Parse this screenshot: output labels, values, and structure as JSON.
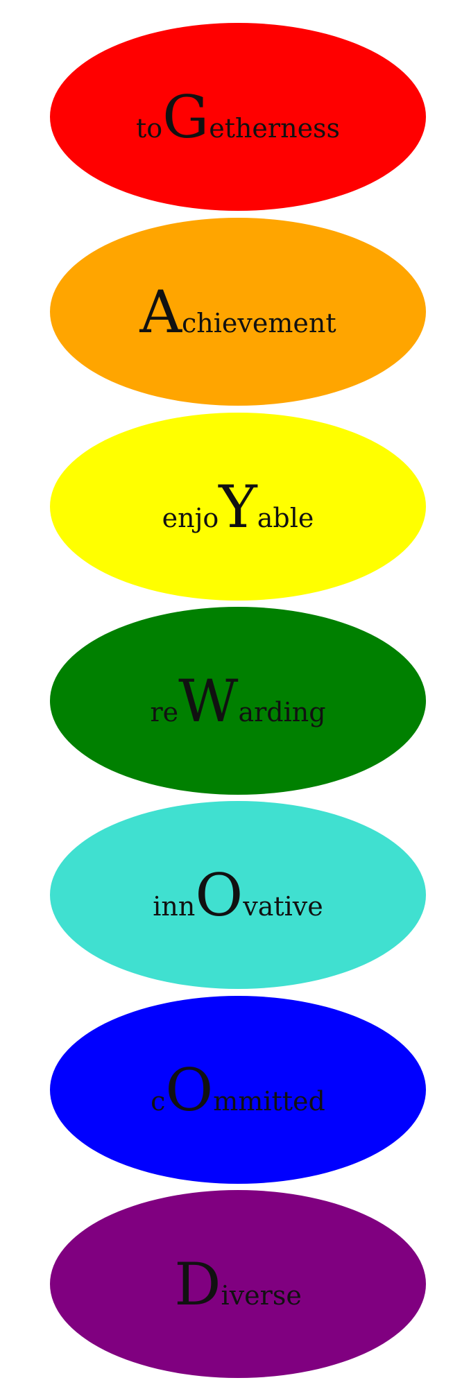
{
  "items": [
    {
      "prefix": "to",
      "letter": "G",
      "suffix": "etherness",
      "color": "#ff0000"
    },
    {
      "prefix": "",
      "letter": "A",
      "suffix": "chievement",
      "color": "#ffa500"
    },
    {
      "prefix": "enjo",
      "letter": "Y",
      "suffix": "able",
      "color": "#ffff00"
    },
    {
      "prefix": "re",
      "letter": "W",
      "suffix": "arding",
      "color": "#008000"
    },
    {
      "prefix": "inn",
      "letter": "O",
      "suffix": "vative",
      "color": "#40e0d0"
    },
    {
      "prefix": "c",
      "letter": "O",
      "suffix": "mmitted",
      "color": "#0000ff"
    },
    {
      "prefix": "",
      "letter": "D",
      "suffix": "iverse",
      "color": "#800080"
    }
  ]
}
